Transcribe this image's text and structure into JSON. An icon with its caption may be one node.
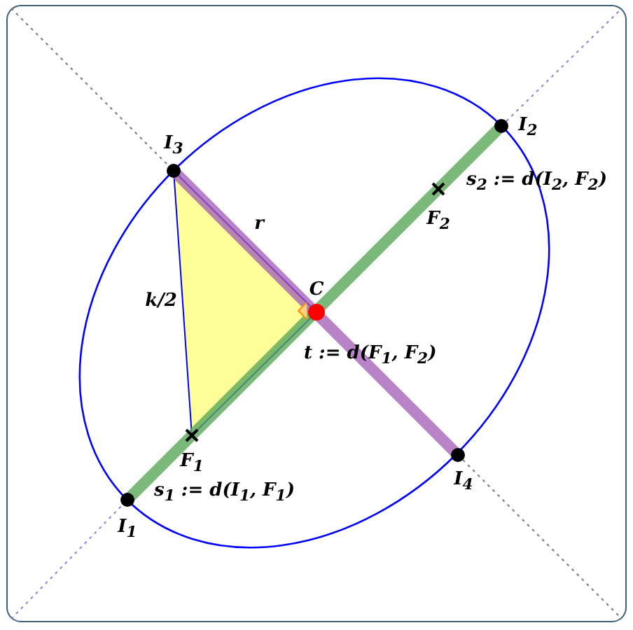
{
  "diagram": {
    "labels": [
      "I$_{3}$",
      "I$_{2}$",
      "r",
      "s$_{2}$ := d(I$_{2}$, F$_{2}$)",
      "F$_{2}$",
      "C",
      "k/2",
      "t := d(F$_{1}$, F$_{2}$)",
      "F$_{1}$",
      "s$_{1}$ := d(I$_{1}$, F$_{1}$)",
      "I$_{4}$",
      "I$_{1}$"
    ]
  }
}
